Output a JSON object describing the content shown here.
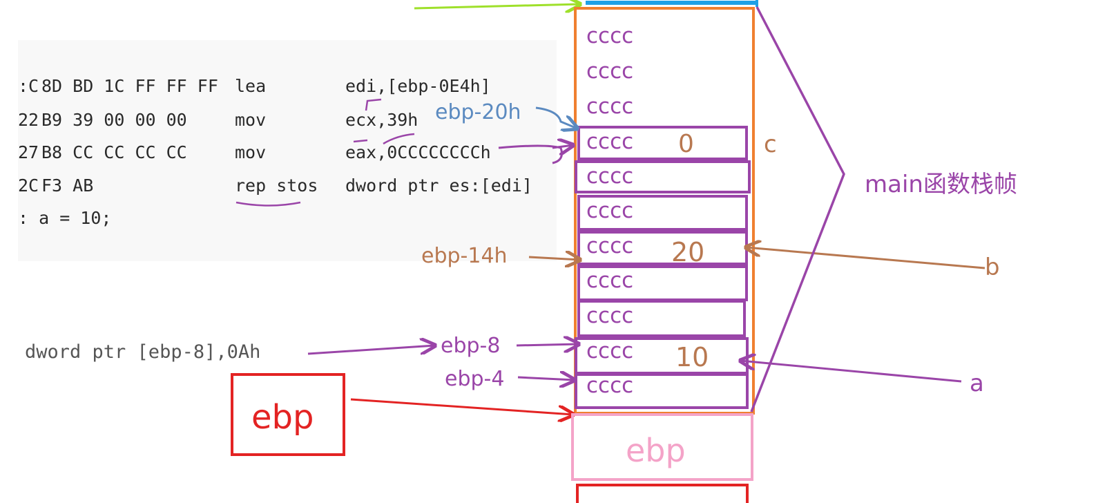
{
  "code_lines": [
    {
      "addr": ":C",
      "bytes": "8D BD 1C FF FF FF",
      "op": "lea",
      "arg": "edi,[ebp-0E4h]"
    },
    {
      "addr": "22",
      "bytes": "B9 39 00 00 00",
      "op": "mov",
      "arg": "ecx,39h"
    },
    {
      "addr": "27",
      "bytes": "B8 CC CC CC CC",
      "op": "mov",
      "arg": "eax,0CCCCCCCCh"
    },
    {
      "addr": "2C",
      "bytes": "F3 AB",
      "op": "rep stos",
      "arg": "dword ptr es:[edi]"
    }
  ],
  "source_line": ": a = 10;",
  "instruction_fragment": "dword ptr [ebp-8],0Ah",
  "cell_text": "cccc",
  "cell_count": 11,
  "cell_values": {
    "c": "0",
    "b": "20",
    "a": "10"
  },
  "var_labels": {
    "c": "c",
    "b": "b",
    "a": "a"
  },
  "offset_labels": {
    "ebp_20h": "ebp-20h",
    "ebp_14h": "ebp-14h",
    "ebp_8": "ebp-8",
    "ebp_4": "ebp-4"
  },
  "frame_label": "main函数栈帧",
  "ebp_box_label": "ebp",
  "ebp_bottom_label": "ebp",
  "colors": {
    "purple": "#9a45a8",
    "orange": "#f08030",
    "brown": "#b87850",
    "blue": "#5b8ac0",
    "red": "#e32323",
    "pink": "#f4a3c8",
    "green": "#9ee02a",
    "cyan": "#1ea0e6",
    "code": "#2a2a2a"
  }
}
